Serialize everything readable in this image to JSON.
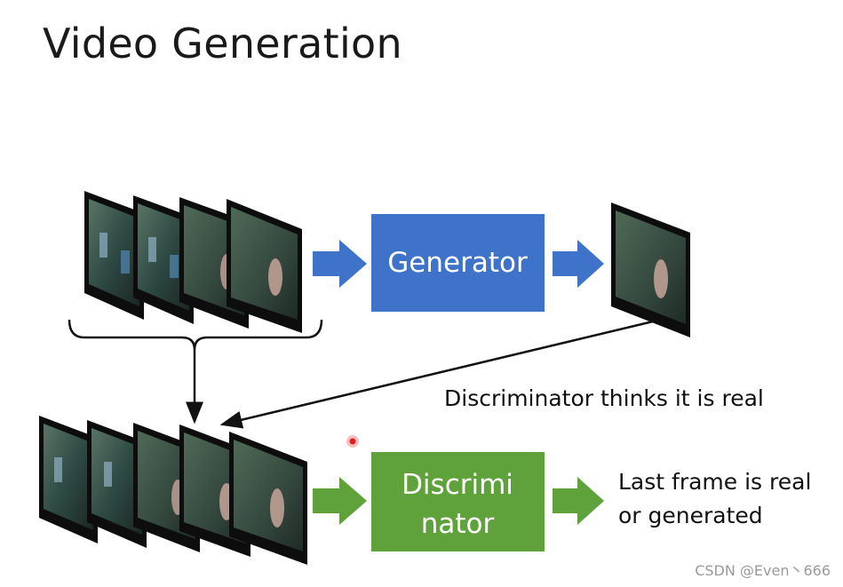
{
  "title": "Video Generation",
  "generator": {
    "label": "Generator",
    "color": "#3f73c9"
  },
  "discriminator": {
    "label_line1": "Discrimi",
    "label_line2": "nator",
    "color": "#5fa13b"
  },
  "annotations": {
    "thinks_real": "Discriminator thinks it is real",
    "output_line1": "Last frame is real",
    "output_line2": "or generated"
  },
  "watermark": "CSDN @Even丶666",
  "colors": {
    "arrow_blue": "#3f73c9",
    "arrow_green": "#5fa13b",
    "frame_dark": "#0d0d0d"
  }
}
